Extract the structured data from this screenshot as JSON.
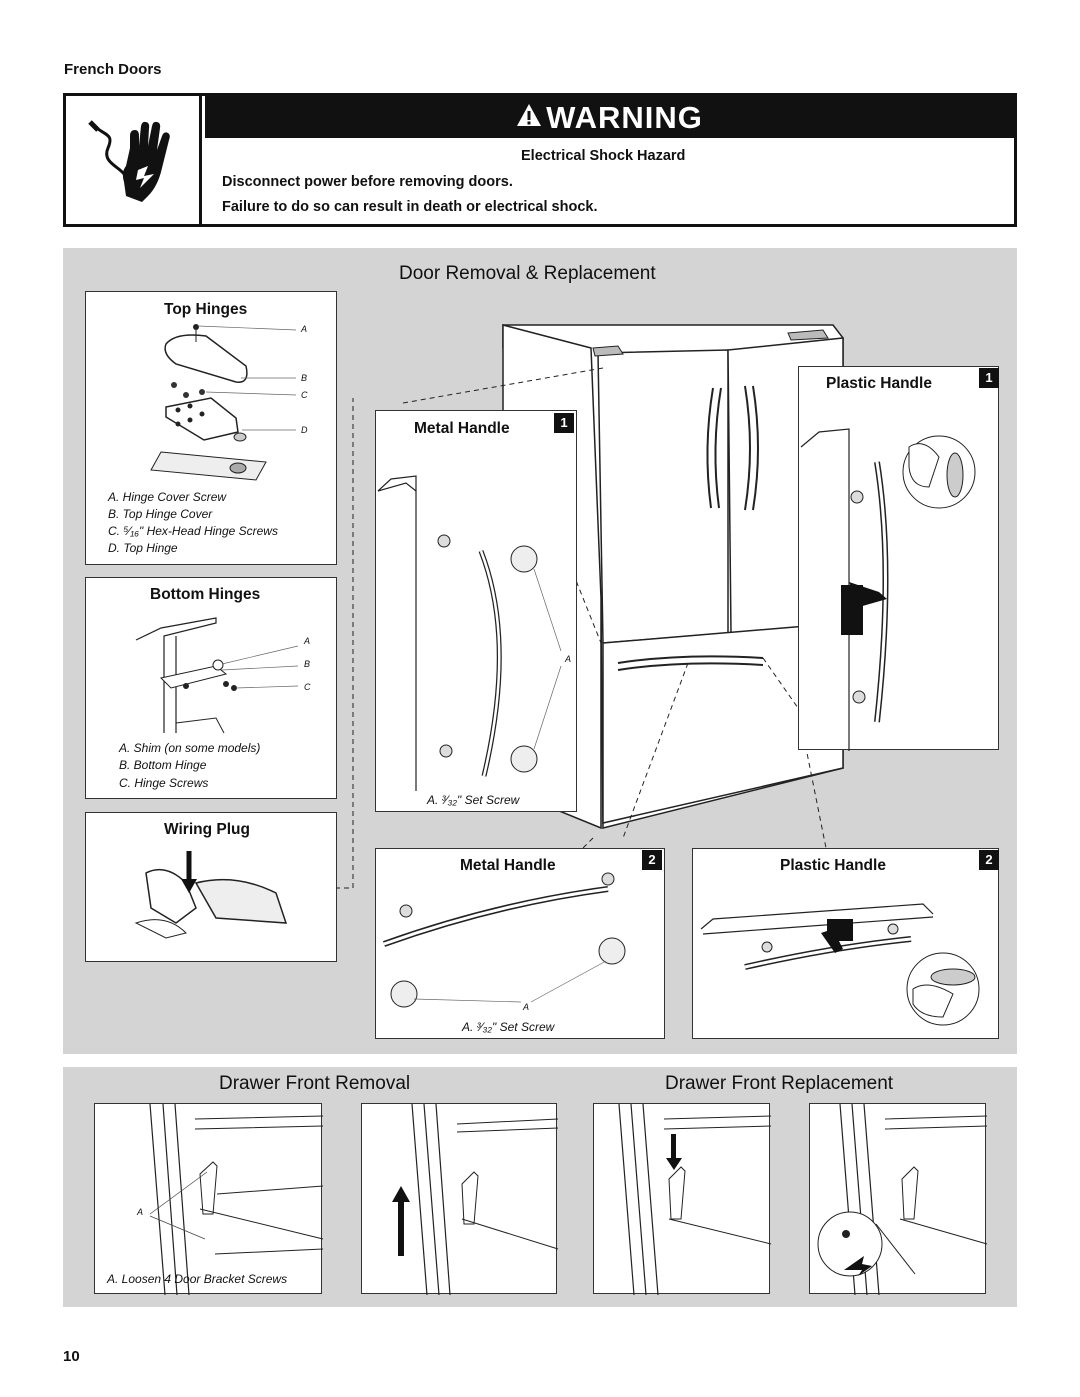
{
  "header": {
    "section_title": "French Doors"
  },
  "warning": {
    "banner": "WARNING",
    "hazard_title": "Electrical Shock Hazard",
    "line1": "Disconnect power before removing doors.",
    "line2": "Failure to do so can result in death or electrical shock."
  },
  "door_panel": {
    "title": "Door Removal & Replacement",
    "top_hinges": {
      "title": "Top Hinges",
      "letters": [
        "A",
        "B",
        "C",
        "D"
      ],
      "captions": [
        "A. Hinge Cover Screw",
        "B. Top Hinge Cover",
        "C. ⁵⁄₁₆\" Hex-Head Hinge Screws",
        "D. Top Hinge"
      ]
    },
    "bottom_hinges": {
      "title": "Bottom Hinges",
      "letters": [
        "A",
        "B",
        "C"
      ],
      "captions": [
        "A. Shim (on some models)",
        "B. Bottom Hinge",
        "C. Hinge Screws"
      ]
    },
    "wiring_plug": {
      "title": "Wiring Plug"
    },
    "metal_handle_1": {
      "title": "Metal Handle",
      "step": "1",
      "letter": "A",
      "caption": "A. ³⁄₃₂\" Set Screw"
    },
    "plastic_handle_1": {
      "title": "Plastic Handle",
      "step": "1"
    },
    "metal_handle_2": {
      "title": "Metal Handle",
      "step": "2",
      "letter": "A",
      "caption": "A. ³⁄₃₂\" Set Screw"
    },
    "plastic_handle_2": {
      "title": "Plastic Handle",
      "step": "2"
    }
  },
  "drawer_panel": {
    "removal_title": "Drawer Front Removal",
    "replacement_title": "Drawer Front Replacement",
    "removal_letter": "A",
    "removal_caption": "A. Loosen 4 Door Bracket Screws"
  },
  "footer": {
    "page_number": "10"
  }
}
